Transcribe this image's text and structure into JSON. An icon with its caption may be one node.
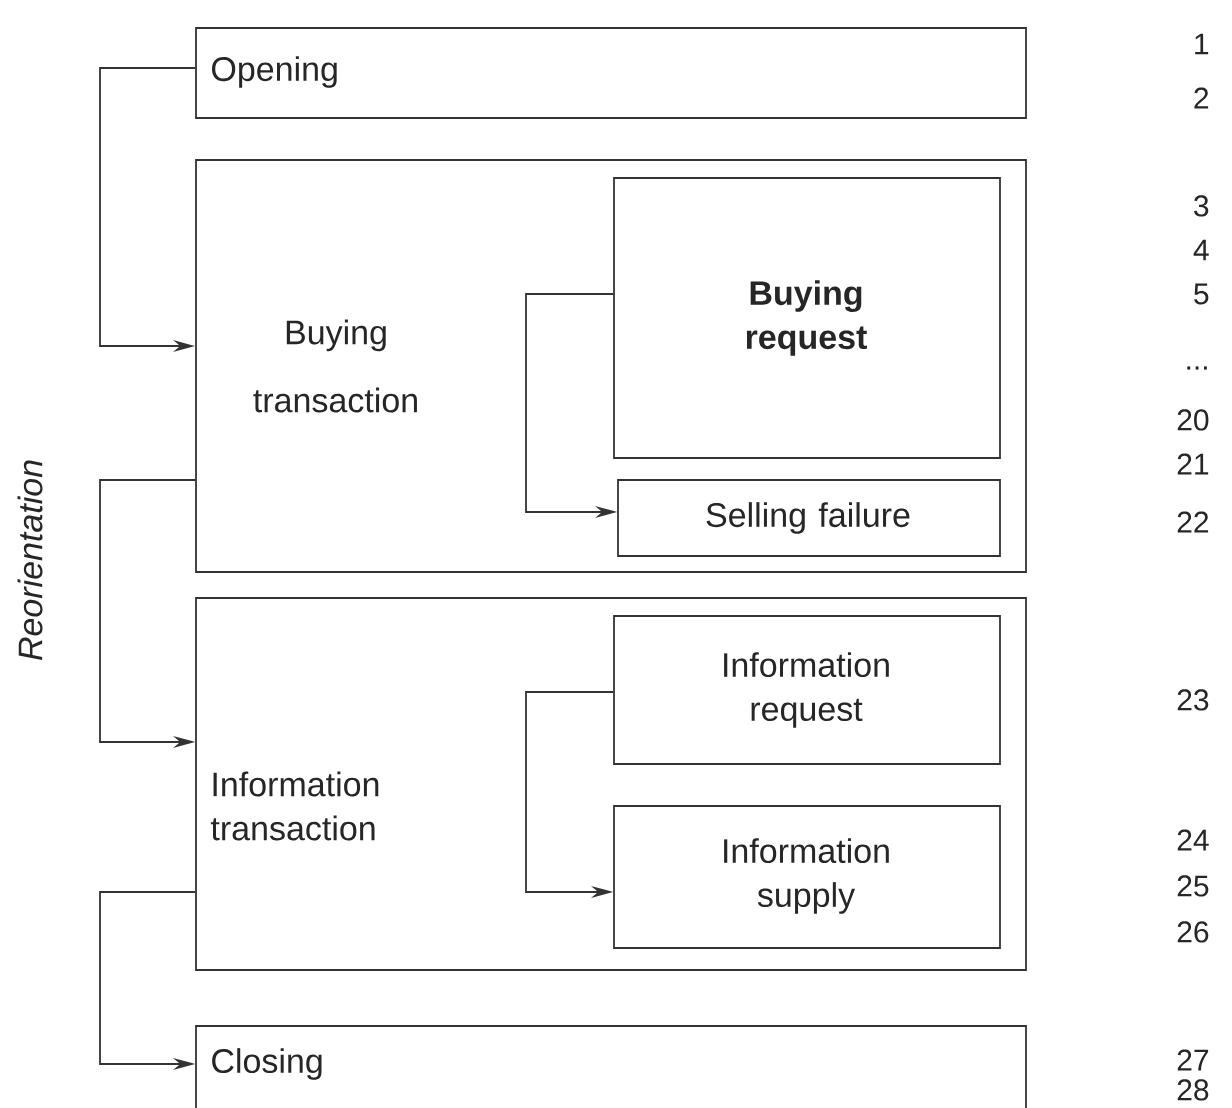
{
  "diagram": {
    "nodes": [
      {
        "text": [
          "Opening"
        ]
      },
      {
        "text": [
          "Buying transaction"
        ]
      },
      {
        "text": [
          "**Buying request**"
        ],
        "in": 1
      },
      {
        "text": [
          "Selling failure"
        ],
        "in": 1
      },
      {
        "text": [
          "Information transaction"
        ]
      },
      {
        "text": [
          "Information request"
        ],
        "in": 4
      },
      {
        "text": [
          "Information supply"
        ],
        "in": 4
      },
      {
        "text": [
          "Closing"
        ]
      }
    ],
    "edges": [
      {
        "from": 0,
        "to": 1,
        "arrow": "to"
      },
      {
        "from": 2,
        "to": 3,
        "arrow": "to"
      },
      {
        "from": 1,
        "to": 4,
        "arrow": "to"
      },
      {
        "from": 5,
        "to": 6,
        "arrow": "to"
      },
      {
        "from": 4,
        "to": 7,
        "arrow": "to"
      }
    ],
    "labels": [
      "Reorientation",
      "1",
      "2",
      "3",
      "4",
      "5",
      "...",
      "20",
      "21",
      "22",
      "23",
      "24",
      "25",
      "26",
      "27",
      "28"
    ]
  }
}
